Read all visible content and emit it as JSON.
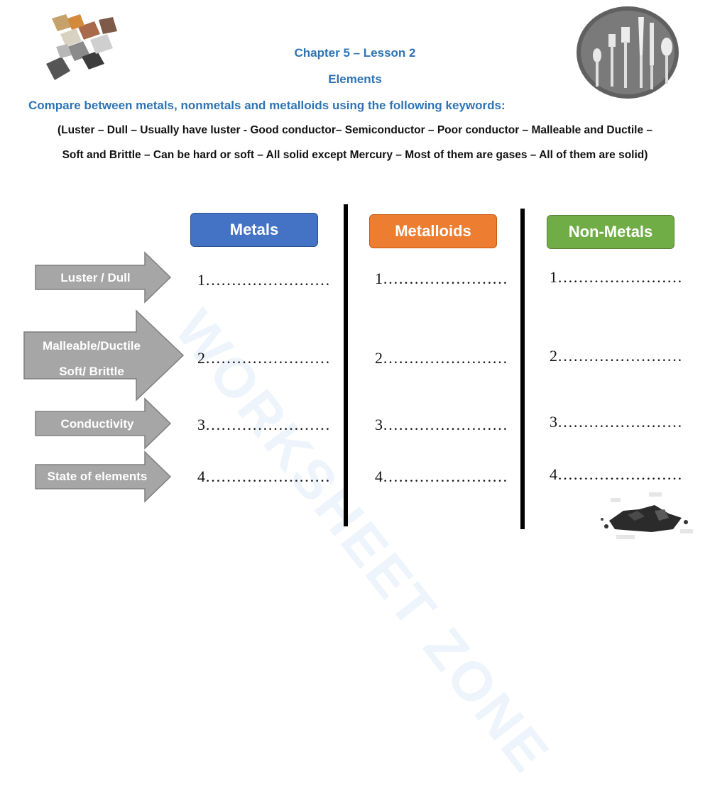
{
  "header": {
    "chapter": "Chapter 5 – Lesson 2",
    "topic": "Elements",
    "instruction": "Compare between metals, nonmetals and metalloids using the following keywords:",
    "keywords_line1": "(Luster – Dull – Usually have luster - Good conductor– Semiconductor – Poor conductor – Malleable and Ductile –",
    "keywords_line2": "Soft and Brittle – Can be hard or soft – All solid except Mercury – Most of them are gases – All of them are solid)"
  },
  "categories": {
    "metals": "Metals",
    "metalloids": "Metalloids",
    "nonmetals": "Non-Metals"
  },
  "colors": {
    "metals": "#4472c4",
    "metalloids": "#ed7d31",
    "nonmetals": "#70ad47",
    "arrow": "#a6a6a6",
    "title": "#2e74b5"
  },
  "rows": {
    "luster": "Luster / Dull",
    "malleable_line1": "Malleable/Ductile",
    "malleable_line2": "Soft/ Brittle",
    "conductivity": "Conductivity",
    "state": "State of elements"
  },
  "blanks": {
    "b1": "1……………………",
    "b2": "2……………………",
    "b3": "3……………………",
    "b4": "4……………………"
  },
  "watermark": "WORKSHEET ZONE",
  "icons": {
    "cubes": "element-cubes-image",
    "cutlery": "cutlery-image",
    "rocks": "rocks-image"
  }
}
